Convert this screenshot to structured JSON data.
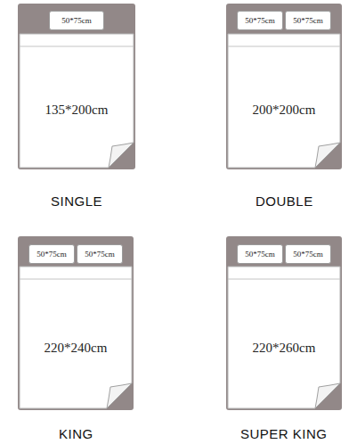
{
  "diagram": {
    "nodes": [
      {
        "text": [
          "135*200cm"
        ]
      },
      {
        "text": [
          "50*75cm"
        ],
        "in": 0
      },
      {
        "text": [
          "200*200cm"
        ]
      },
      {
        "text": [
          "50*75cm"
        ],
        "in": 2
      },
      {
        "text": [
          "50*75cm"
        ],
        "in": 2
      },
      {
        "text": [
          "220*240cm"
        ]
      },
      {
        "text": [
          "50*75cm"
        ],
        "in": 5
      },
      {
        "text": [
          "50*75cm"
        ],
        "in": 5
      },
      {
        "text": [
          "220*260cm"
        ]
      },
      {
        "text": [
          "50*75cm"
        ],
        "in": 8
      },
      {
        "text": [
          "50*75cm"
        ],
        "in": 8
      }
    ],
    "labels": [
      "SINGLE",
      "DOUBLE",
      "KING",
      "SUPER KING"
    ]
  }
}
